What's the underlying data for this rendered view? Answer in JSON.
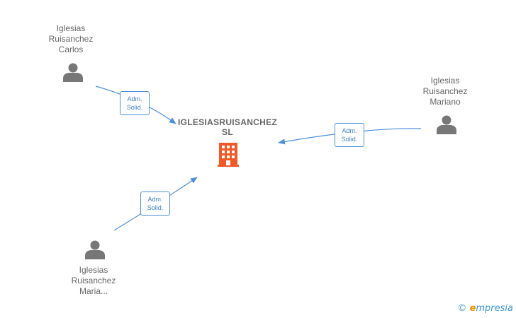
{
  "company": {
    "name_line1": "IGLESIASRUISANCHEZ",
    "name_line2": "SL",
    "icon": "building-icon",
    "color": "#f05a28"
  },
  "persons": [
    {
      "id": "carlos",
      "icon": "person-icon",
      "lines": [
        "Iglesias",
        "Ruisanchez",
        "Carlos"
      ]
    },
    {
      "id": "mariano",
      "icon": "person-icon",
      "lines": [
        "Iglesias",
        "Ruisanchez",
        "Mariano"
      ]
    },
    {
      "id": "maria",
      "icon": "person-icon",
      "lines": [
        "Iglesias",
        "Ruisanchez",
        "Maria..."
      ]
    }
  ],
  "relations": [
    {
      "from": "carlos",
      "to": "company",
      "line1": "Adm.",
      "line2": "Solid."
    },
    {
      "from": "mariano",
      "to": "company",
      "line1": "Adm.",
      "line2": "Solid."
    },
    {
      "from": "maria",
      "to": "company",
      "line1": "Adm.",
      "line2": "Solid."
    }
  ],
  "colors": {
    "edge": "#4a90d9",
    "person": "#777777"
  },
  "watermark": {
    "copyright": "©",
    "brand_e": "e",
    "brand_rest": "mpresia"
  }
}
